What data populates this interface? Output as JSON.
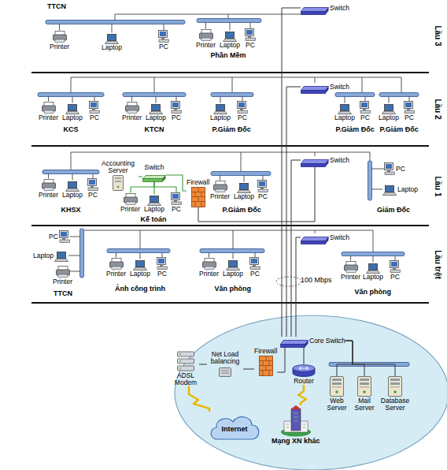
{
  "diagram": {
    "nodes": [
      {
        "text": [
          "Printer"
        ]
      },
      {
        "text": [
          "Laptop"
        ]
      },
      {
        "text": [
          "PC"
        ]
      },
      {
        "text": [
          "Printer"
        ]
      },
      {
        "text": [
          "Laptop"
        ]
      },
      {
        "text": [
          "PC"
        ]
      },
      {
        "text": [
          "Switch"
        ]
      },
      {
        "text": [
          "Switch"
        ]
      },
      {
        "text": [
          "Printer"
        ]
      },
      {
        "text": [
          "Laptop"
        ]
      },
      {
        "text": [
          "PC"
        ]
      },
      {
        "text": [
          "Printer"
        ]
      },
      {
        "text": [
          "Laptop"
        ]
      },
      {
        "text": [
          "PC"
        ]
      },
      {
        "text": [
          "Laptop"
        ]
      },
      {
        "text": [
          "PC"
        ]
      },
      {
        "text": [
          "Laptop"
        ]
      },
      {
        "text": [
          "PC"
        ]
      },
      {
        "text": [
          "Laptop"
        ]
      },
      {
        "text": [
          "PC"
        ]
      },
      {
        "text": [
          "Switch"
        ]
      },
      {
        "text": [
          "Printer"
        ]
      },
      {
        "text": [
          "Laptop"
        ]
      },
      {
        "text": [
          "PC"
        ]
      },
      {
        "text": [
          "Accounting Server"
        ]
      },
      {
        "text": [
          "Switch"
        ]
      },
      {
        "text": [
          "Firewall"
        ]
      },
      {
        "text": [
          "Printer"
        ]
      },
      {
        "text": [
          "Laptop"
        ]
      },
      {
        "text": [
          "PC"
        ]
      },
      {
        "text": [
          "Printer"
        ]
      },
      {
        "text": [
          "Laptop"
        ]
      },
      {
        "text": [
          "PC"
        ]
      },
      {
        "text": [
          "PC"
        ]
      },
      {
        "text": [
          "Laptop"
        ]
      },
      {
        "text": [
          "Switch"
        ]
      },
      {
        "text": [
          "PC"
        ]
      },
      {
        "text": [
          "Laptop"
        ]
      },
      {
        "text": [
          "Printer"
        ]
      },
      {
        "text": [
          "Printer"
        ]
      },
      {
        "text": [
          "Laptop"
        ]
      },
      {
        "text": [
          "PC"
        ]
      },
      {
        "text": [
          "Printer"
        ]
      },
      {
        "text": [
          "Laptop"
        ]
      },
      {
        "text": [
          "PC"
        ]
      },
      {
        "text": [
          "Printer"
        ]
      },
      {
        "text": [
          "Laptop"
        ]
      },
      {
        "text": [
          "PC"
        ]
      },
      {
        "text": [
          "Core Switch"
        ]
      },
      {
        "text": [
          "Firewall"
        ]
      },
      {
        "text": [
          "Router"
        ]
      },
      {
        "text": [
          "ADSL Modem"
        ]
      },
      {
        "text": [
          "Net Load balancing"
        ]
      },
      {
        "text": [
          "Internet"
        ]
      },
      {
        "text": [
          "Mạng XN khác"
        ]
      },
      {
        "text": [
          "Web Server"
        ]
      },
      {
        "text": [
          "Mail Server"
        ]
      },
      {
        "text": [
          "Database Server"
        ]
      }
    ],
    "edges": [
      {
        "from": 6,
        "to": 48,
        "arrow": "none"
      },
      {
        "from": 7,
        "to": 48,
        "arrow": "none"
      },
      {
        "from": 20,
        "to": 48,
        "arrow": "none"
      },
      {
        "from": 35,
        "to": 48,
        "arrow": "none"
      },
      {
        "from": 48,
        "to": 49,
        "arrow": "none"
      },
      {
        "from": 48,
        "to": 50,
        "arrow": "none"
      },
      {
        "from": 50,
        "to": 54,
        "arrow": "none"
      },
      {
        "from": 48,
        "to": 55,
        "arrow": "none"
      },
      {
        "from": 48,
        "to": 56,
        "arrow": "none"
      },
      {
        "from": 48,
        "to": 57,
        "arrow": "none"
      },
      {
        "from": 49,
        "to": 52,
        "arrow": "none"
      },
      {
        "from": 52,
        "to": 51,
        "arrow": "none"
      },
      {
        "from": 51,
        "to": 53,
        "arrow": "none"
      },
      {
        "from": 24,
        "to": 25,
        "arrow": "none"
      },
      {
        "from": 25,
        "to": 26,
        "arrow": "none"
      },
      {
        "from": 26,
        "to": 20,
        "arrow": "none"
      },
      {
        "from": 25,
        "to": 27,
        "arrow": "none"
      },
      {
        "from": 25,
        "to": 28,
        "arrow": "none"
      },
      {
        "from": 25,
        "to": 29,
        "arrow": "none"
      }
    ],
    "labels": [
      "TTCN",
      "Phần Mềm",
      "Lầu 3",
      "KCS",
      "KTCN",
      "P.Giám Đốc",
      "P.Giám Đốc",
      "P.Giám Đốc",
      "Lầu 2",
      "KHSX",
      "Kế toán",
      "P.Giám Đốc",
      "Giám Đốc",
      "Lầu 1",
      "TTCN",
      "Ảnh công trình",
      "Văn phòng",
      "Văn phòng",
      "Lầu trệt",
      "100 Mbps"
    ]
  }
}
